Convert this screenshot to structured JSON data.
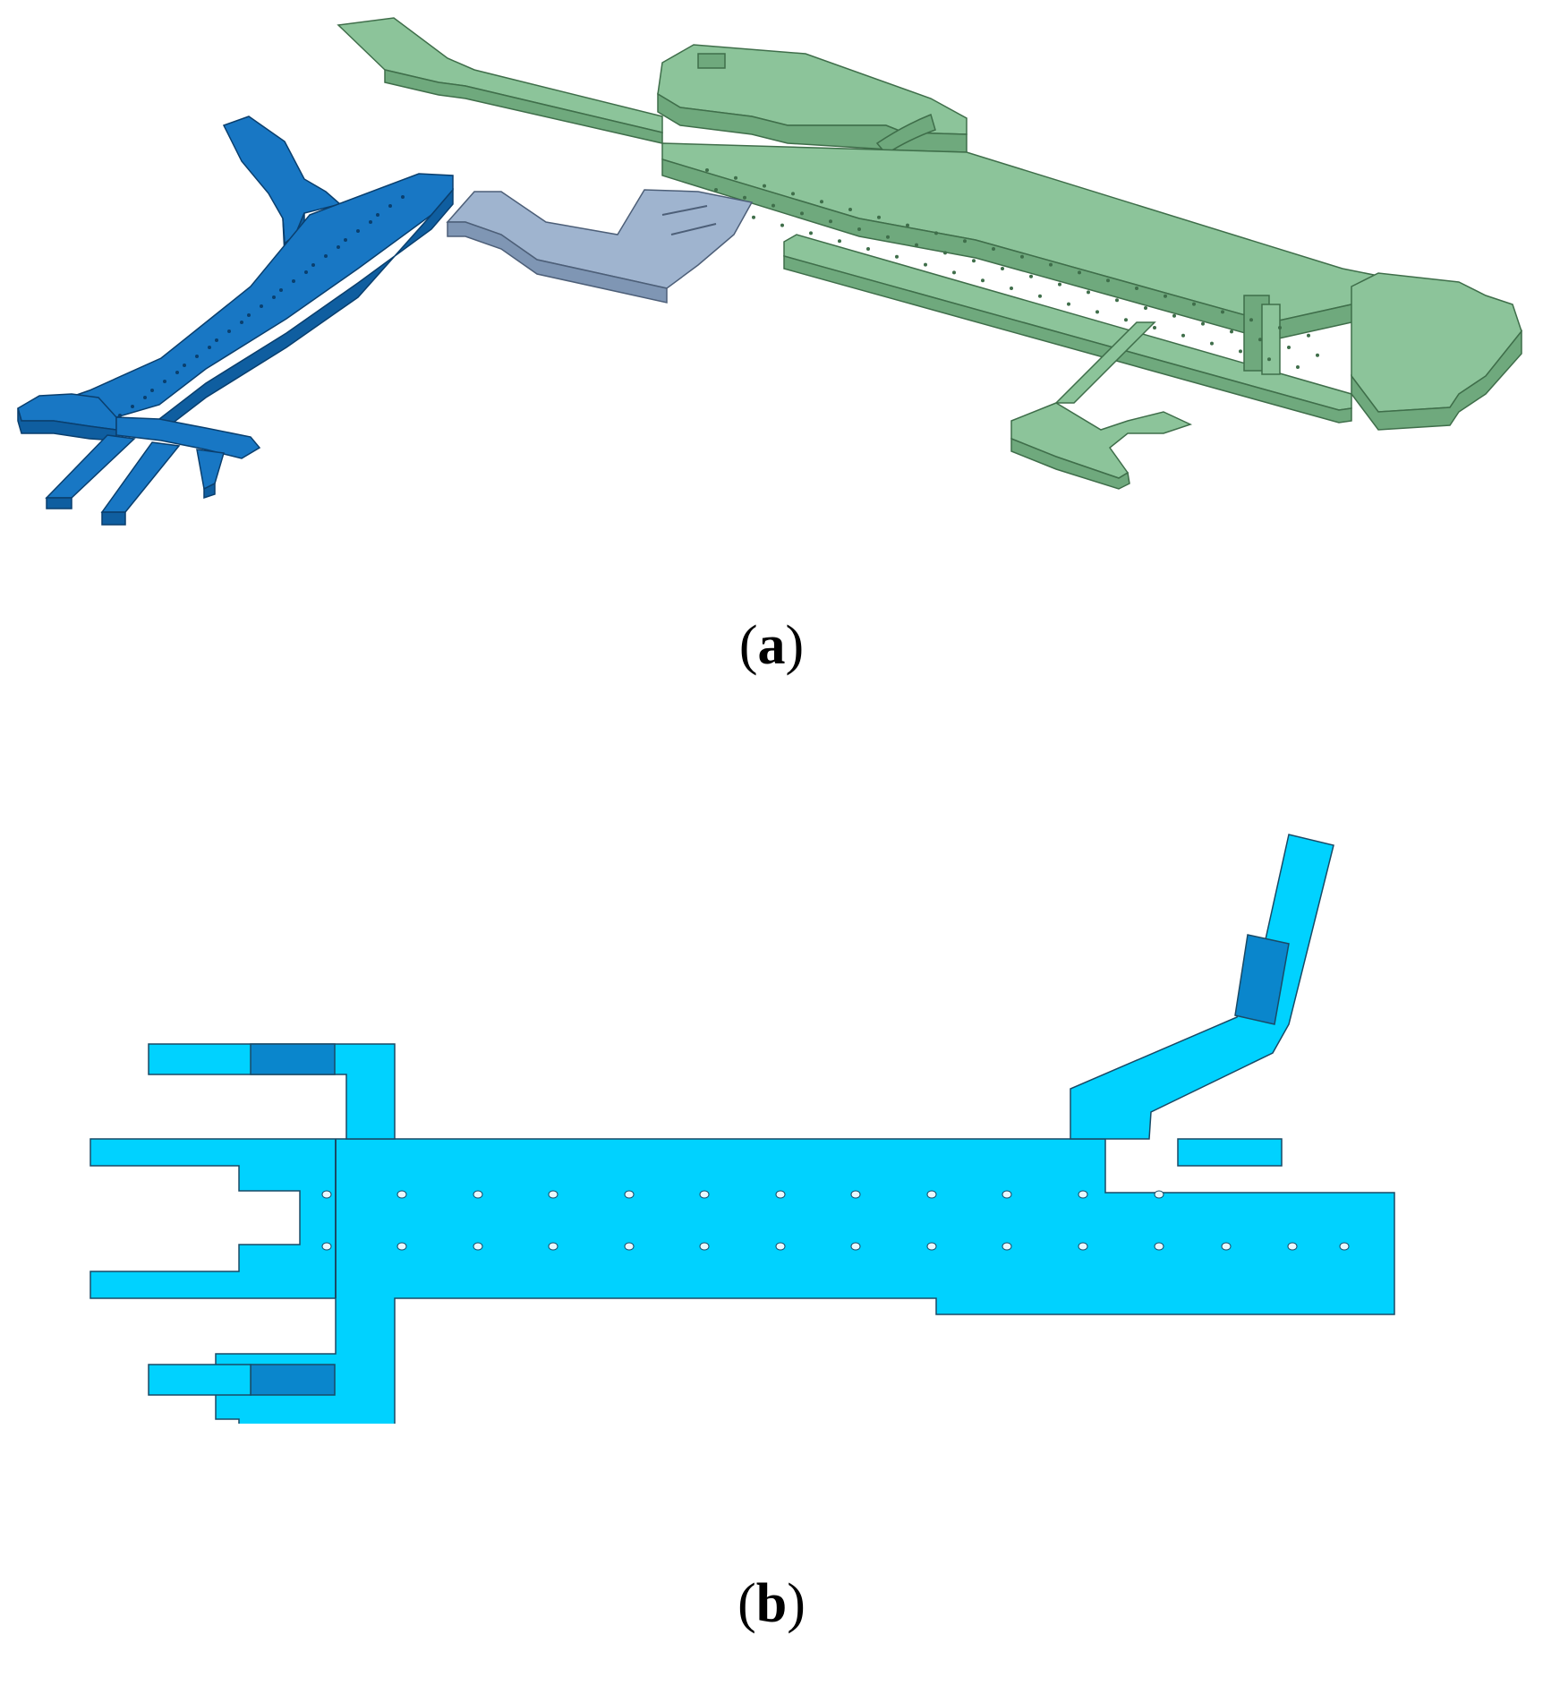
{
  "panels": [
    {
      "id": "a",
      "label": "a"
    },
    {
      "id": "b",
      "label": "b"
    }
  ],
  "colors": {
    "green_top": "#8cc49a",
    "green_side": "#6fa97d",
    "green_edge": "#3f6e4a",
    "blue_top": "#1877c4",
    "blue_side": "#0f5ea0",
    "blue_edge": "#0a3f6e",
    "grey_top": "#9fb4cf",
    "grey_side": "#7f96b4",
    "grey_edge": "#4d5f78",
    "cyan_fill": "#00d2ff",
    "cyan_dark": "#0a86cc",
    "cyan_edge": "#1a4a66"
  }
}
